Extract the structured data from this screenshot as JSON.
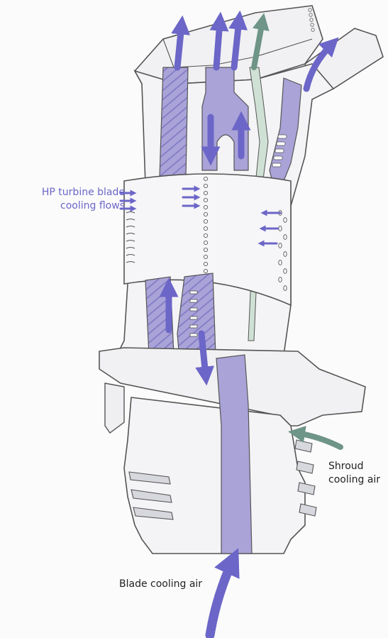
{
  "labels": {
    "hp_turbine": [
      "HP turbine blade",
      "cooling flows"
    ],
    "shroud": [
      "Shroud",
      "cooling air"
    ],
    "blade_cooling": "Blade cooling air"
  },
  "colors": {
    "blade_fill": "#f4f4f6",
    "outline": "#555555",
    "cooling_passage": "#a9a3d8",
    "flow_arrow": "#6c66c8",
    "shroud_arrow": "#6e9587",
    "tip_channel": "#cfe0d4",
    "hp_label_text": "#6c66c8",
    "text": "#222222"
  }
}
